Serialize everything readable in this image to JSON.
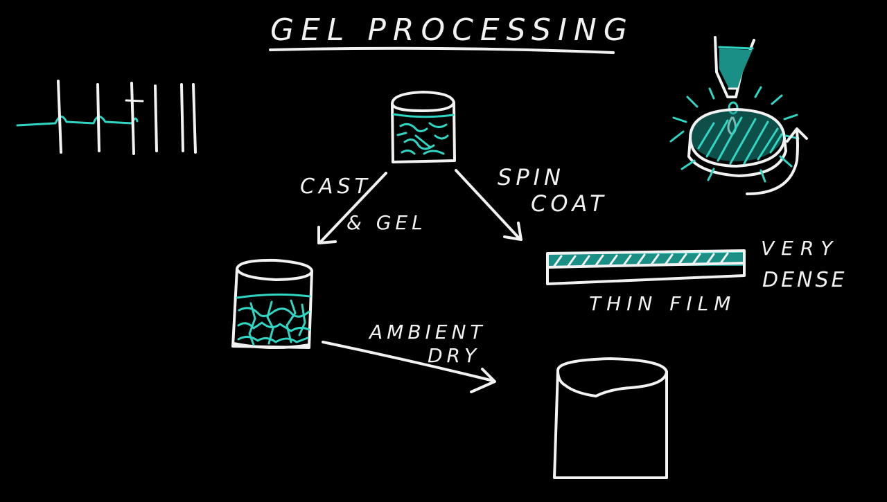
{
  "title": "GEL PROCESSING",
  "arrows": {
    "cast_gel": [
      "CAST",
      "& GEL"
    ],
    "spin_coat": [
      "SPIN",
      "COAT"
    ],
    "ambient_dry": [
      "AMBIENT",
      "DRY"
    ]
  },
  "labels": {
    "thin_film": "THIN FILM",
    "very_dense": [
      "VERY",
      "DENSE"
    ]
  },
  "colors": {
    "background": "#000000",
    "chalk": "#f2f2f2",
    "accent": "#2fd6c4"
  }
}
